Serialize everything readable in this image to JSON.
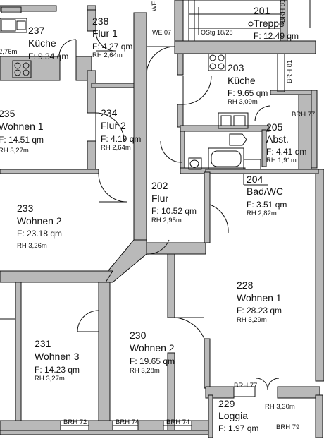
{
  "rooms": [
    {
      "id": "r201",
      "number": "201",
      "name": "Treppe",
      "area": "F:  12.49  qm",
      "rh": ""
    },
    {
      "id": "r202",
      "number": "202",
      "name": "Flur",
      "area": "F:  10.52  qm",
      "rh": "RH 2,95m"
    },
    {
      "id": "r203",
      "number": "203",
      "name": "Küche",
      "area": "F:  9.65  qm",
      "rh": "RH 3,09m"
    },
    {
      "id": "r204",
      "number": "204",
      "name": "Bad/WC",
      "area": "F:  3.51  qm",
      "rh": "RH 2,82m"
    },
    {
      "id": "r205",
      "number": "205",
      "name": "Abst.",
      "area": "F:  4.41  qm",
      "rh": "RH 1,91m"
    },
    {
      "id": "r228",
      "number": "228",
      "name": "Wohnen 1",
      "area": "F:  28.23  qm",
      "rh": "RH 3,29m"
    },
    {
      "id": "r229",
      "number": "229",
      "name": "Loggia",
      "area": "F:  1.97  qm",
      "rh": "RH 3,30m"
    },
    {
      "id": "r230",
      "number": "230",
      "name": "Wohnen 2",
      "area": "F:  19.65  qm",
      "rh": "RH 3,28m"
    },
    {
      "id": "r231",
      "number": "231",
      "name": "Wohnen 3",
      "area": "F:  14.23  qm",
      "rh": "RH 3,27m"
    },
    {
      "id": "r233",
      "number": "233",
      "name": "Wohnen 2",
      "area": "F:  23.18  qm",
      "rh": "RH 3,26m"
    },
    {
      "id": "r234",
      "number": "234",
      "name": "Flur 2",
      "area": "F:  4.19  qm",
      "rh": "RH 2,64m"
    },
    {
      "id": "r235",
      "number": "235",
      "name": "Wohnen 1",
      "area": "F:  14.51  qm",
      "rh": "RH 3,27m"
    },
    {
      "id": "r237",
      "number": "237",
      "name": "Küche",
      "area": "F:  9.34  qm",
      "rh": "2,76m"
    },
    {
      "id": "r238",
      "number": "238",
      "name": "Flur 1",
      "area": "F:  4.27  qm",
      "rh": "RH 2,64m"
    }
  ],
  "annotations": {
    "we_top": "WE",
    "we_07": "WE 07",
    "stair_note": "OStg 18/28",
    "brh_81_top": "BRH 81",
    "brh_81": "BRH 81",
    "brh_77_right": "BRH 77",
    "brh_77_loggia": "BRH 77",
    "brh_79": "BRH 79",
    "brh_72": "BRH 72",
    "brh_74_a": "BRH 74",
    "brh_74_b": "BRH 74"
  },
  "colors": {
    "wall": "#b9b9b9",
    "line": "#111111",
    "background": "#ffffff"
  }
}
